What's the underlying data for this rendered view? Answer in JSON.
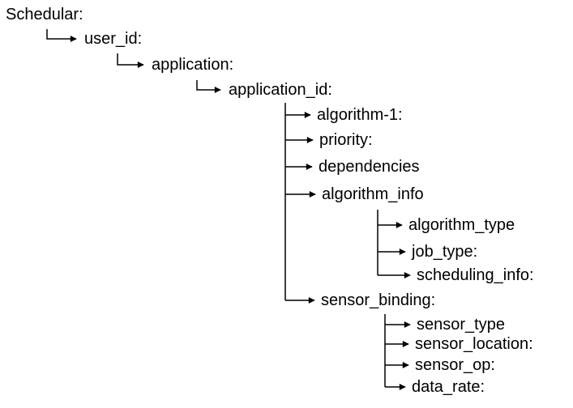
{
  "tree": {
    "root": "Schedular:",
    "user_id": "user_id:",
    "application": "application:",
    "application_id": "application_id:",
    "algorithm_1": "algorithm-1:",
    "priority": "priority:",
    "dependencies": "dependencies",
    "algorithm_info": "algorithm_info",
    "algorithm_type": "algorithm_type",
    "job_type": "job_type:",
    "scheduling_info": "scheduling_info:",
    "sensor_binding": "sensor_binding:",
    "sensor_type": "sensor_type",
    "sensor_location": "sensor_location:",
    "sensor_op": "sensor_op:",
    "data_rate": "data_rate:"
  },
  "colors": {
    "text": "#000000",
    "line": "#000000",
    "background": "#ffffff"
  }
}
